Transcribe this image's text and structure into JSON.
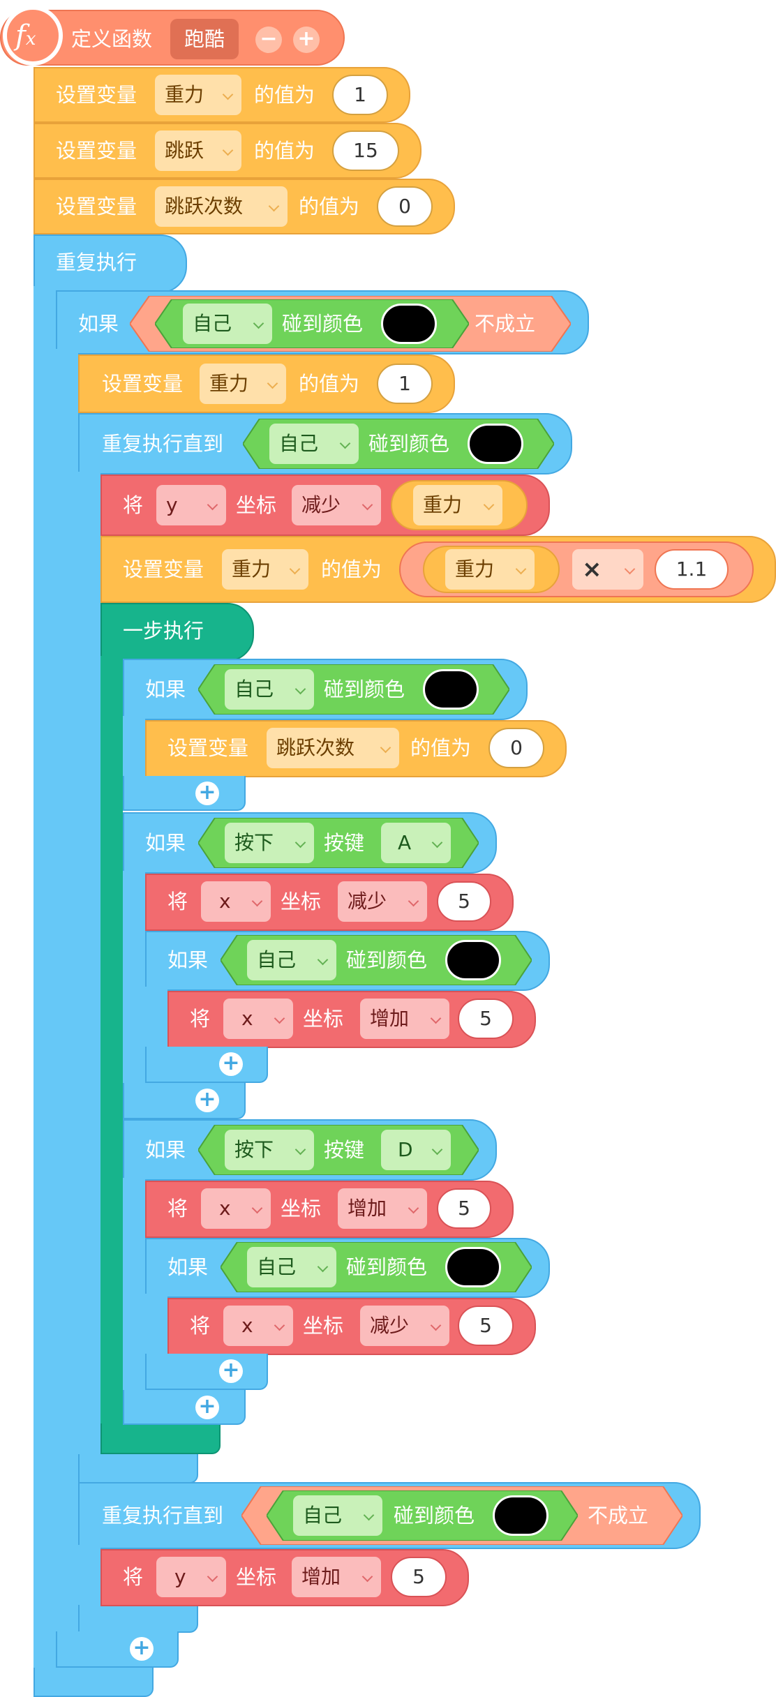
{
  "func": {
    "label": "定义函数",
    "name": "跑酷",
    "icon": "fx-icon",
    "minus": "−",
    "plus": "+"
  },
  "labels": {
    "set_var": "设置变量",
    "value_is": "的值为",
    "forever": "重复执行",
    "if": "如果",
    "repeat_until": "重复执行直到",
    "step": "一步执行",
    "will": "将",
    "coord": "坐标",
    "touch_color": "碰到颜色",
    "not": "不成立",
    "press": "按键",
    "times": "×",
    "add": "+"
  },
  "vars": {
    "gravity": "重力",
    "jump": "跳跃",
    "jumps": "跳跃次数"
  },
  "values": {
    "one": "1",
    "fifteen": "15",
    "zero": "0",
    "five": "5",
    "onepointone": "1.1"
  },
  "sprite": "自己",
  "keys": {
    "pressed": "按下",
    "a": "A",
    "d": "D"
  },
  "axes": {
    "x": "x",
    "y": "y"
  },
  "ops": {
    "dec": "减少",
    "inc": "增加"
  },
  "colors": {
    "control": "#66c8f7",
    "motion": "#f26b6f",
    "variable": "#ffbe4c",
    "function": "#ff8f6e",
    "sensing": "#6fd359",
    "sequence": "#17b48c",
    "touch_color": "#000000"
  }
}
